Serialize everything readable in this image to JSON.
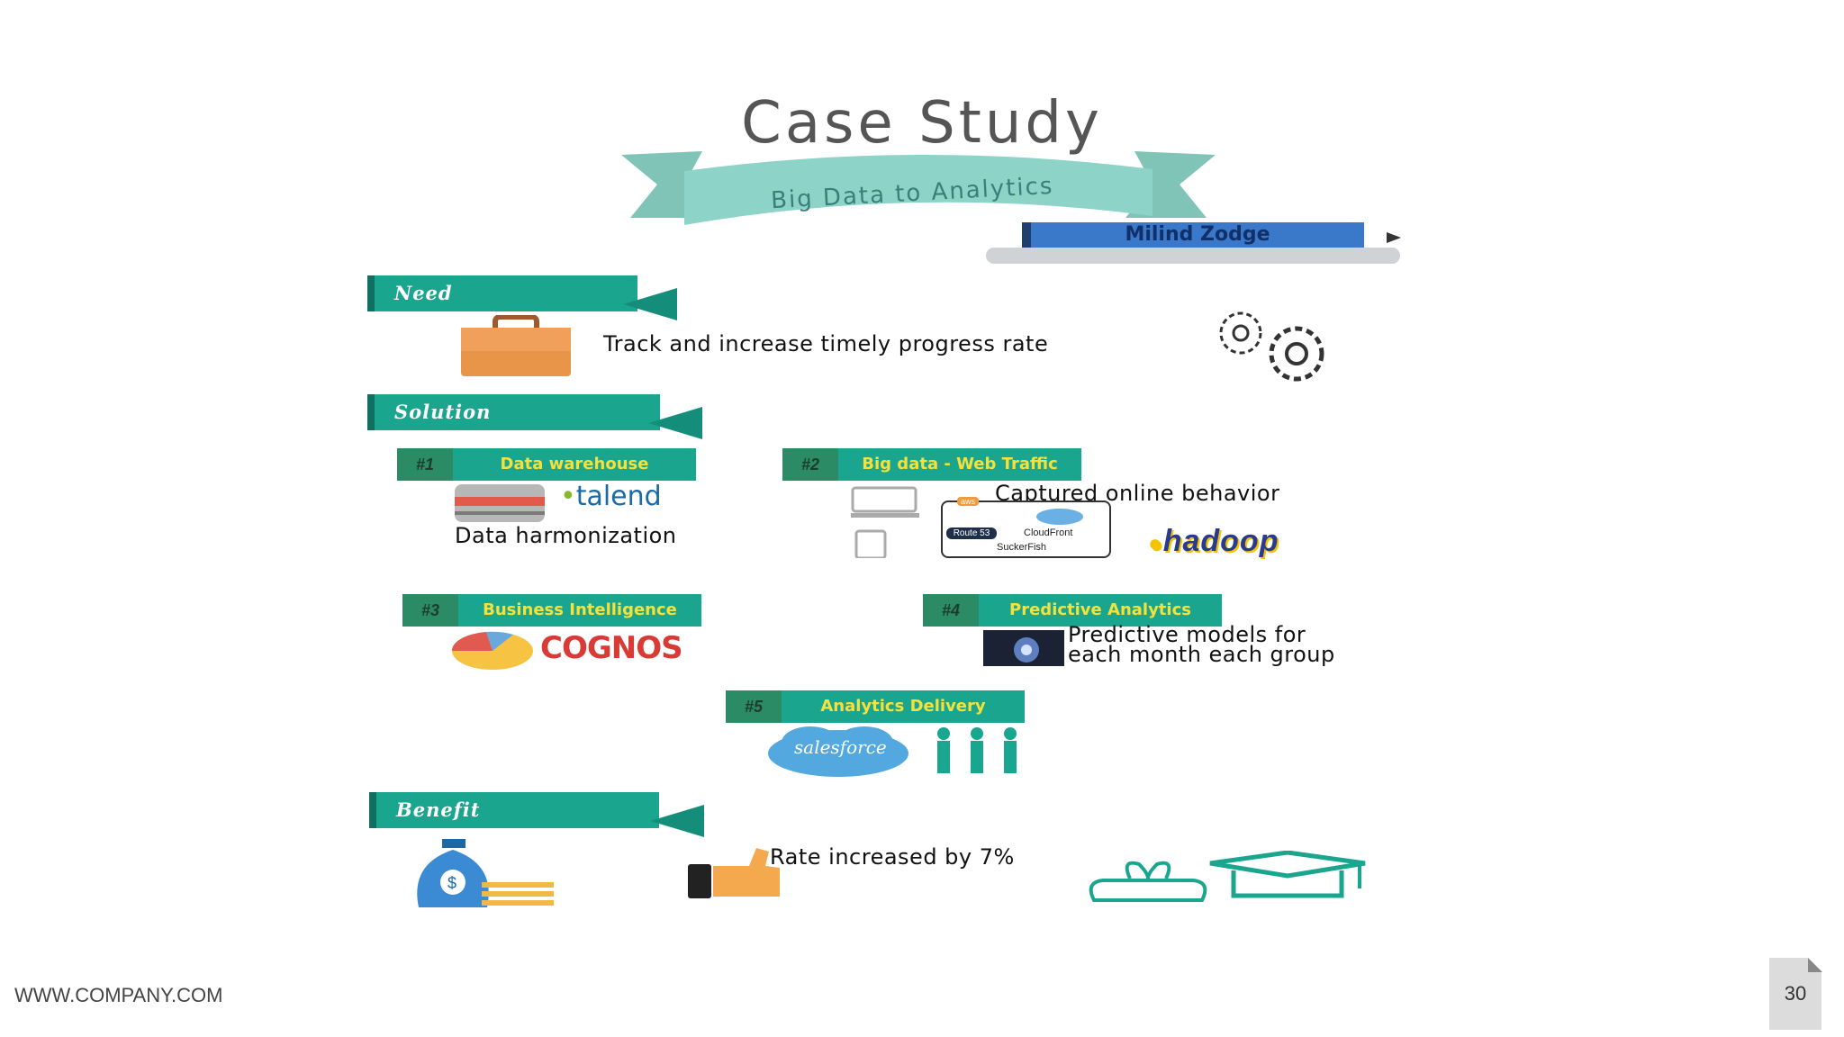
{
  "slide": {
    "title": "Case Study",
    "subtitle": "Big Data to Analytics",
    "author": "Milind Zodge"
  },
  "need": {
    "label": "Need",
    "text": "Track and increase timely progress rate"
  },
  "solution": {
    "label": "Solution",
    "items": [
      {
        "num": "#1",
        "label": "Data warehouse",
        "logo": "talend",
        "text": "Data harmonization"
      },
      {
        "num": "#2",
        "label": "Big data - Web Traffic",
        "text": "Captured online behavior",
        "diagram_labels": [
          "aws",
          "CloudFront",
          "Route 53",
          "SuckerFish"
        ],
        "logo": "hadoop"
      },
      {
        "num": "#3",
        "label": "Business Intelligence",
        "logo": "COGNOS"
      },
      {
        "num": "#4",
        "label": "Predictive Analytics",
        "text_line1": "Predictive models for",
        "text_line2": "each month each group"
      },
      {
        "num": "#5",
        "label": "Analytics Delivery",
        "logo": "salesforce"
      }
    ]
  },
  "benefit": {
    "label": "Benefit",
    "text": "Rate increased by 7%"
  },
  "footer": {
    "website": "WWW.COMPANY.COM",
    "page": "30"
  },
  "colors": {
    "teal": "#1aa68e",
    "dark_teal": "#0f7062",
    "ribbon": "#8dd3c7",
    "yellow_label": "#f6e13b",
    "author_blue": "#3a78c9"
  }
}
